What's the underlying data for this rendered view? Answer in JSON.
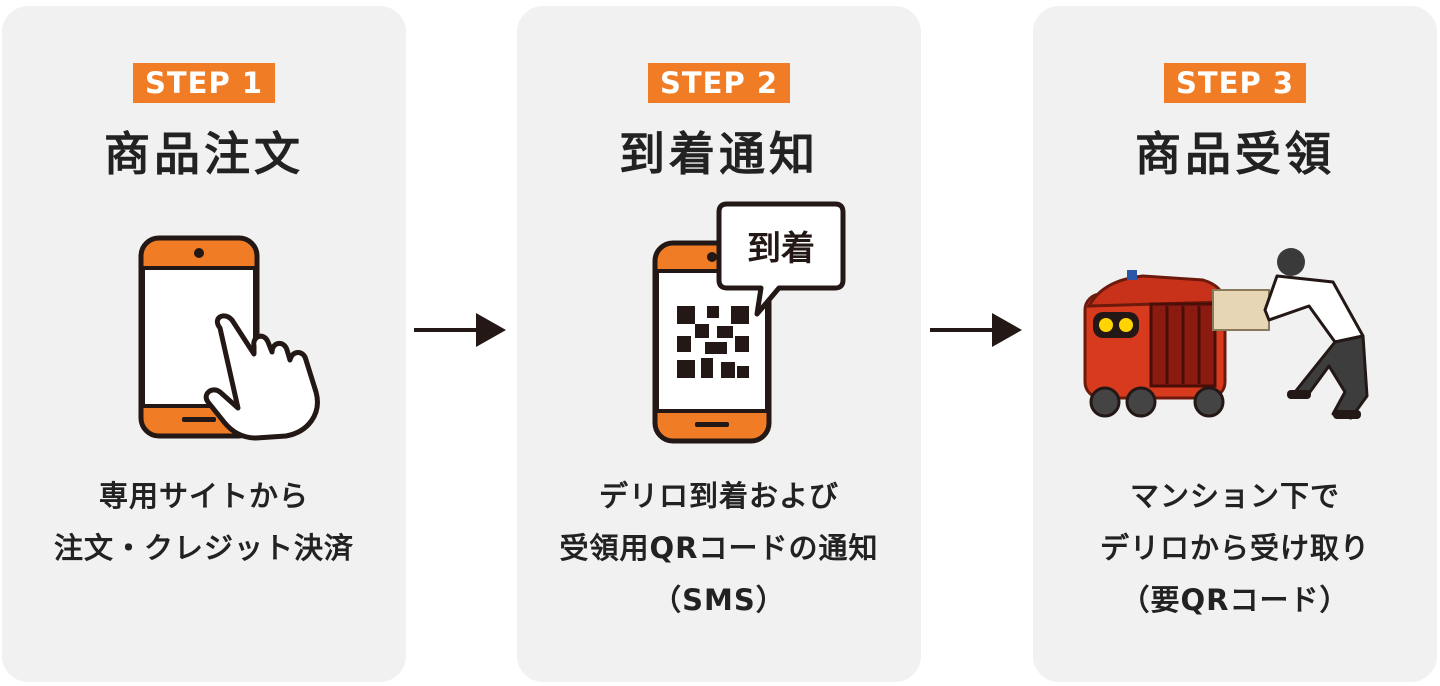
{
  "steps": [
    {
      "badge": "STEP 1",
      "title": "商品注文",
      "desc": [
        "専用サイトから",
        "注文・クレジット決済"
      ]
    },
    {
      "badge": "STEP 2",
      "title": "到着通知",
      "bubble": "到着",
      "desc": [
        "デリロ到着および",
        "受領用QRコードの通知",
        "（SMS）"
      ]
    },
    {
      "badge": "STEP 3",
      "title": "商品受領",
      "desc": [
        "マンション下で",
        "デリロから受け取り",
        "（要QRコード）"
      ]
    }
  ],
  "colors": {
    "accent": "#f07d26",
    "card_bg": "#f1f1f1",
    "robot": "#d83a1e",
    "text": "#222222"
  },
  "icons": [
    "smartphone-tap-icon",
    "smartphone-qr-icon",
    "arrow-right-icon",
    "delivery-robot-icon",
    "person-receiving-icon"
  ]
}
